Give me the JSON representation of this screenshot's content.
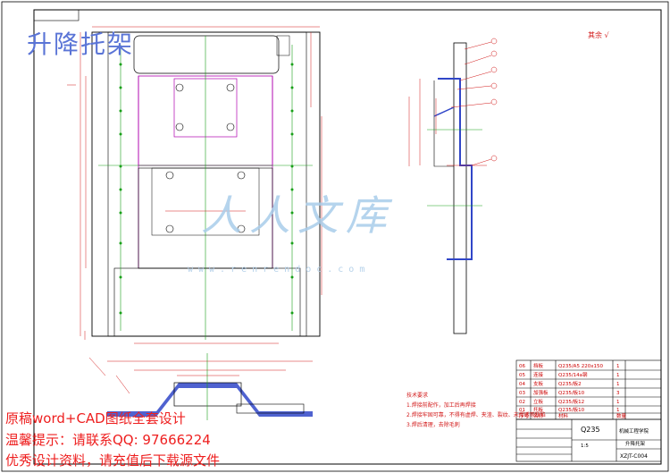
{
  "title": "升降托架",
  "watermark": {
    "text": "人人文库",
    "url": "www.renrendoc.com"
  },
  "promo_lines": [
    "原稿word+CAD图纸全套设计",
    "温馨提示：请联系QQ: 97666224",
    "优秀设计资料，请充值后下载源文件"
  ],
  "roughness_note": "其余 √",
  "tech_requirements": {
    "heading": "技术要求",
    "items": [
      "1.焊接前配作，加工后再焊接",
      "2.焊接牢固可靠，不得有虚焊、夹渣、裂纹、未焊透等缺陷",
      "3.焊后清理，去除毛刺"
    ]
  },
  "bom": {
    "rows": [
      {
        "no": "06",
        "name": "挡板",
        "spec": "Q235/A5 220x150",
        "qty": "1"
      },
      {
        "no": "05",
        "name": "连接",
        "spec": "Q235/14a钢",
        "qty": "1"
      },
      {
        "no": "04",
        "name": "支板",
        "spec": "Q235/板2",
        "qty": "1"
      },
      {
        "no": "03",
        "name": "加强板",
        "spec": "Q235/板10",
        "qty": "3"
      },
      {
        "no": "02",
        "name": "立板",
        "spec": "Q235/板12",
        "qty": "1"
      },
      {
        "no": "01",
        "name": "托板",
        "spec": "Q235/板10",
        "qty": "1"
      }
    ],
    "header": {
      "no": "序号",
      "name": "名称",
      "spec": "材料",
      "qty": "数量"
    }
  },
  "title_block": {
    "material": "Q235",
    "part_name": "升降托架",
    "company": "机械工程学院",
    "drawing_no": "XZJT-C004",
    "scale": "1:5"
  },
  "colors": {
    "outline": "#000000",
    "magenta": "#b000b0",
    "red_dim": "#d21818",
    "green_center": "#18a018",
    "hatch_blue": "#3046c8",
    "title_blue": "#5a74d6"
  }
}
